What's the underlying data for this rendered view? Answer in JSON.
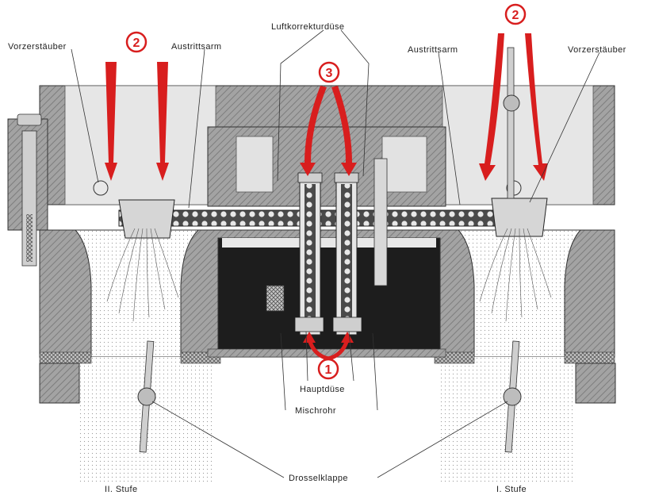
{
  "labels": {
    "vorzerstaeuber_left": "Vorzerstäuber",
    "austrittsarm_left": "Austrittsarm",
    "luftkorrekturduese": "Luftkorrekturdüse",
    "austrittsarm_right": "Austrittsarm",
    "vorzerstaeuber_right": "Vorzerstäuber",
    "hauptduese": "Hauptdüse",
    "mischrohr": "Mischrohr",
    "drosselklappe": "Drosselklappe",
    "stufe_2": "II. Stufe",
    "stufe_1": "I. Stufe"
  },
  "markers": {
    "m1": "1",
    "m2_left": "2",
    "m2_right": "2",
    "m3": "3"
  },
  "colors": {
    "arrow": "#d81e1e",
    "marker_fill": "#ffffff",
    "body": "#9a9a9a",
    "body_dark": "#6e6e6e",
    "fuel": "#1c1c1c",
    "hatch": "#7a7a7a",
    "light": "#e9e9e9"
  }
}
